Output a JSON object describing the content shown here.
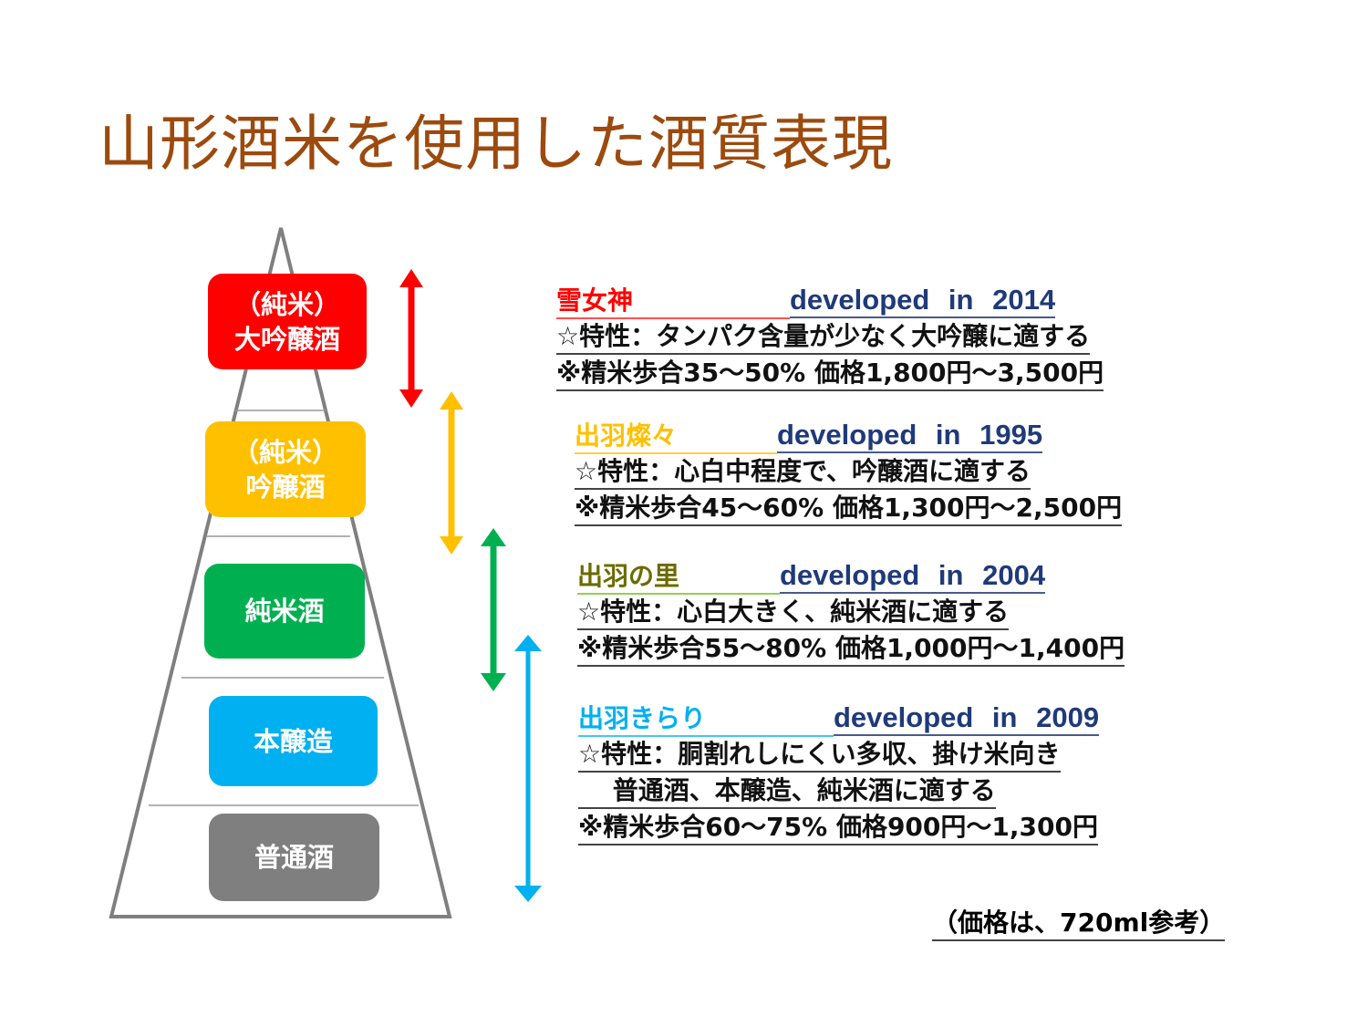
{
  "title": "山形酒米を使用した酒質表現",
  "pyramid": [
    {
      "label": "（純米）\n大吟醸酒",
      "color": "#FF0000"
    },
    {
      "label": "（純米）\n吟醸酒",
      "color": "#FFC000"
    },
    {
      "label": "純米酒",
      "color": "#00B050"
    },
    {
      "label": "本醸造",
      "color": "#00B0F0"
    },
    {
      "label": "普通酒",
      "color": "#7F7F7F"
    }
  ],
  "rice": [
    {
      "name": "雪女神",
      "developed": "developed in 2014",
      "color": "#FF0000",
      "lines": [
        "☆特性：タンパク含量が少なく大吟醸に適する",
        "※精米歩合35～50% 価格1,800円～3,500円"
      ]
    },
    {
      "name": "出羽燦々",
      "developed": "developed in 1995",
      "color": "#FFC000",
      "lines": [
        "☆特性：心白中程度で、吟醸酒に適する",
        "※精米歩合45～60% 価格1,300円～2,500円"
      ]
    },
    {
      "name": "出羽の里",
      "developed": "developed in 2004",
      "color": "#6B6B00",
      "lines": [
        "☆特性：心白大きく、純米酒に適する",
        "※精米歩合55～80% 価格1,000円～1,400円"
      ]
    },
    {
      "name": "出羽きらり",
      "developed": "developed in 2009",
      "color": "#00B0F0",
      "lines": [
        "☆特性：胴割れしにくい多収、掛け米向き",
        "　 普通酒、本醸造、純米酒に適する",
        "※精米歩合60～75% 価格900円～1,300円"
      ]
    }
  ],
  "note": "（価格は、720ml参考）"
}
